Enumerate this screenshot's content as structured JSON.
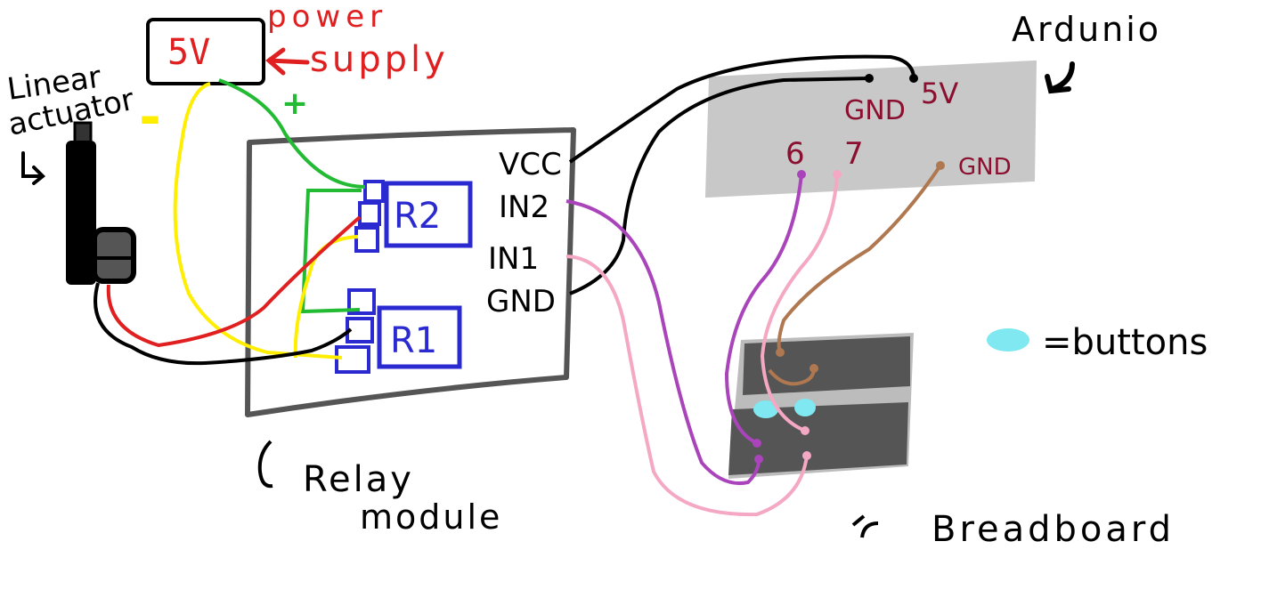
{
  "power_supply": {
    "voltage": "5V",
    "label_line1": "power",
    "label_line2": "supply",
    "minus": "-",
    "plus": "+"
  },
  "actuator": {
    "label_line1": "Linear",
    "label_line2": "actuator"
  },
  "relay_module": {
    "pins": [
      "VCC",
      "IN2",
      "IN1",
      "GND"
    ],
    "relays": [
      "R2",
      "R1"
    ],
    "caption_line1": "Relay",
    "caption_line2": "module"
  },
  "arduino": {
    "label": "Ardunio",
    "pins": {
      "gnd_top": "GND",
      "v5": "5V",
      "p6": "6",
      "p7": "7",
      "gnd_right": "GND"
    }
  },
  "legend": {
    "text": "=buttons"
  },
  "breadboard": {
    "label": "Breadboard"
  },
  "colors": {
    "red": "#e02020",
    "green": "#22bb33",
    "yellow": "#ffee00",
    "black": "#000000",
    "purple": "#aa44bb",
    "pink": "#f4a8c4",
    "brown": "#b07850",
    "blue": "#2a2ad0",
    "maroon": "#8b1030",
    "button": "#7fe8f0",
    "arduino_fill": "#c8c8c8"
  }
}
